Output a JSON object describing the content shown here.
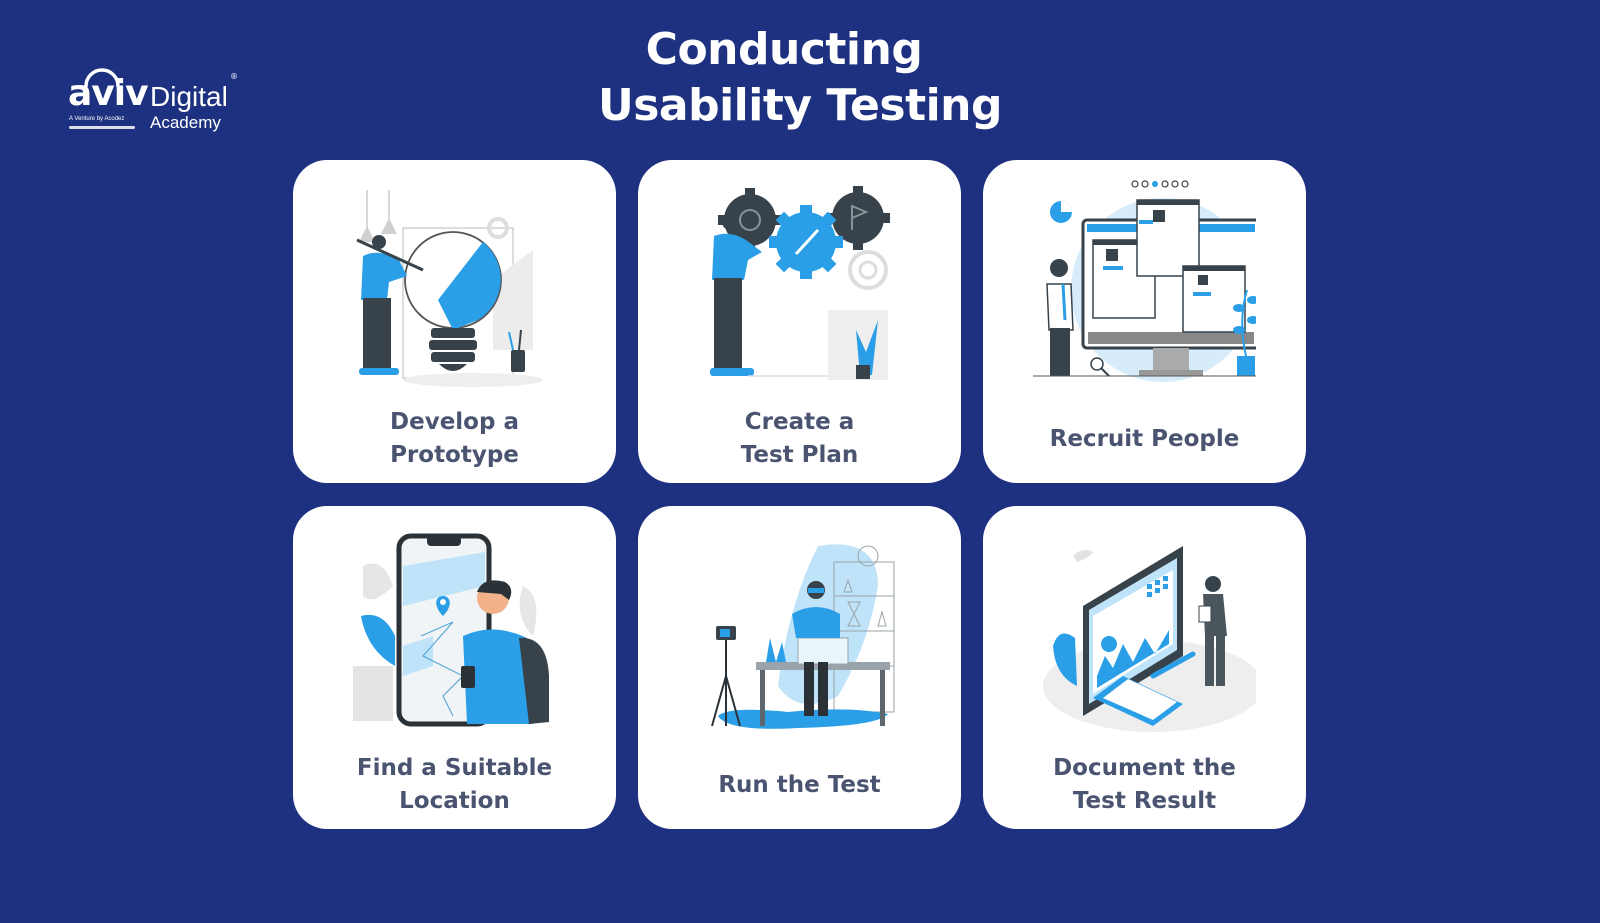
{
  "brand": {
    "name_main": "aviv",
    "name_secondary": "Digital",
    "registered_mark": "®",
    "tagline": "A Venture by Acodez",
    "sub_name": "Academy"
  },
  "title": {
    "line1": "Conducting",
    "line2": "Usability Testing"
  },
  "colors": {
    "background": "#1d3180",
    "card": "#ffffff",
    "label_text": "#4a5470",
    "accent_blue": "#2a9fe8",
    "light_blue": "#bfe3f8",
    "dark_gray": "#37424a",
    "light_gray": "#e4e4e4"
  },
  "steps": [
    {
      "label": "Develop a\nPrototype",
      "illustration": "lightbulb-prototype-illustration"
    },
    {
      "label": "Create a\nTest Plan",
      "illustration": "gears-plan-illustration"
    },
    {
      "label": "Recruit People",
      "illustration": "monitor-profiles-illustration"
    },
    {
      "label": "Find a Suitable\nLocation",
      "illustration": "phone-map-illustration"
    },
    {
      "label": "Run the Test",
      "illustration": "lab-camera-illustration"
    },
    {
      "label": "Document the\nTest Result",
      "illustration": "report-tablet-illustration"
    }
  ]
}
